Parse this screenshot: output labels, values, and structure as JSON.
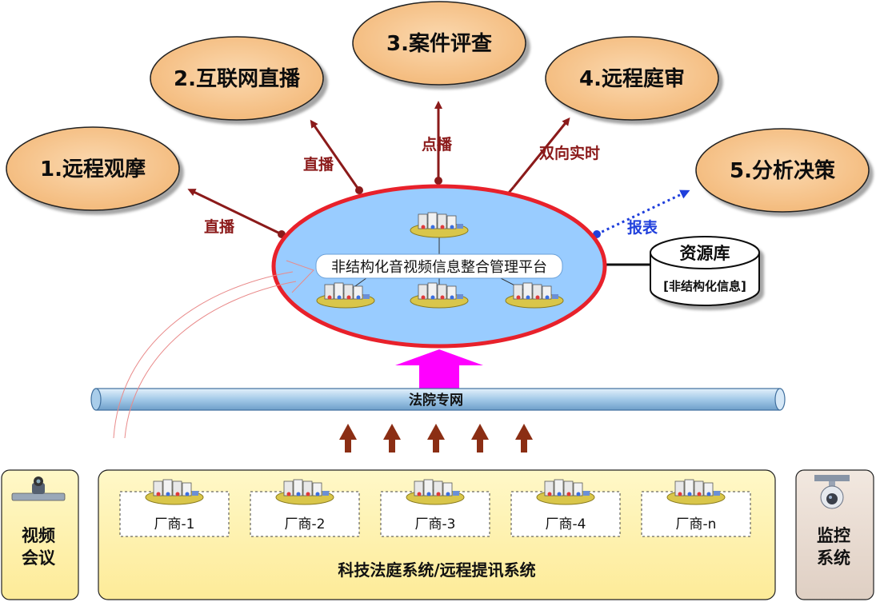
{
  "services": [
    {
      "label": "1.远程观摩"
    },
    {
      "label": "2.互联网直播"
    },
    {
      "label": "3.案件评查"
    },
    {
      "label": "4.远程庭审"
    },
    {
      "label": "5.分析决策"
    }
  ],
  "arrow_labels": {
    "live1": "直播",
    "live2": "直播",
    "vod": "点播",
    "realtime": "双向实时",
    "report": "报表"
  },
  "platform": {
    "title": "非结构化音视频信息整合管理平台"
  },
  "resource": {
    "title": "资源库",
    "subtitle": "[非结构化信息]"
  },
  "network": {
    "label": "法院专网"
  },
  "vendors": [
    {
      "label": "厂商-1"
    },
    {
      "label": "厂商-2"
    },
    {
      "label": "厂商-3"
    },
    {
      "label": "厂商-4"
    },
    {
      "label": "厂商-n"
    }
  ],
  "court_system": {
    "label": "科技法庭系统/远程提讯系统"
  },
  "video_conf": {
    "line1": "视频",
    "line2": "会议"
  },
  "monitor": {
    "line1": "监控",
    "line2": "系统"
  },
  "colors": {
    "service_fill": "#f8c58d",
    "arrow_dark_red": "#8b1a1a",
    "platform_fill": "#99ccff",
    "platform_border": "#e8212b",
    "report_blue": "#1f3fdc",
    "network_blue": "#a9cdea",
    "magenta": "#ff00ff",
    "up_arrow": "#8b2e14",
    "yellow_panel": "#fff3b0",
    "gray_panel": "#eadcd2"
  }
}
